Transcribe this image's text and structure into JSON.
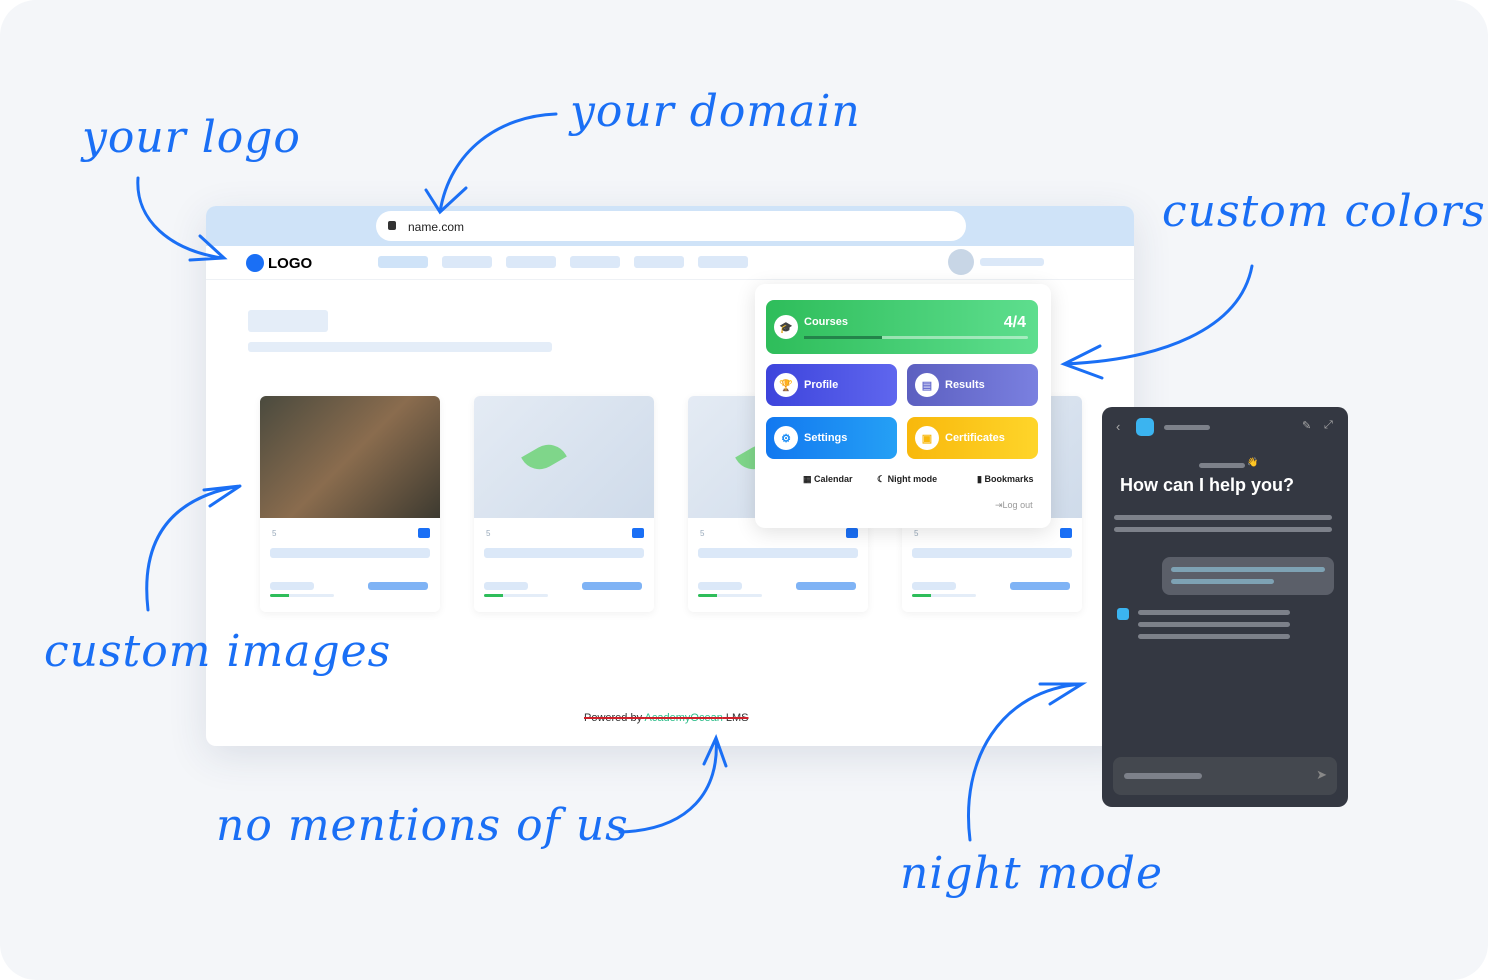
{
  "annotations": {
    "logo": "your logo",
    "domain": "your domain",
    "colors": "custom colors",
    "images": "custom images",
    "mentions": "no mentions of us",
    "night": "night mode"
  },
  "browser": {
    "url": "name.com",
    "logo": "LOGO",
    "footer": {
      "prefix": "Powered by ",
      "brand": "AcademyOcean",
      "suffix": " LMS"
    },
    "cards": [
      {
        "views": "5"
      },
      {
        "views": "5"
      },
      {
        "views": "5"
      },
      {
        "views": "5"
      }
    ]
  },
  "menu": {
    "courses": {
      "label": "Courses",
      "count": "4/4",
      "progress": 0.35
    },
    "profile": "Profile",
    "results": "Results",
    "settings": "Settings",
    "certificates": "Certificates",
    "calendar": "Calendar",
    "night_mode": "Night mode",
    "bookmarks": "Bookmarks",
    "logout": "Log out"
  },
  "colors": {
    "annotation": "#1a6ff5",
    "courses": "#3cc872",
    "profile": "#4a4fe0",
    "results": "#6a6fd0",
    "settings": "#1a8cf5",
    "certificates": "#fcc20a"
  },
  "chat": {
    "title": "How can I help you?",
    "wave": "👋"
  }
}
